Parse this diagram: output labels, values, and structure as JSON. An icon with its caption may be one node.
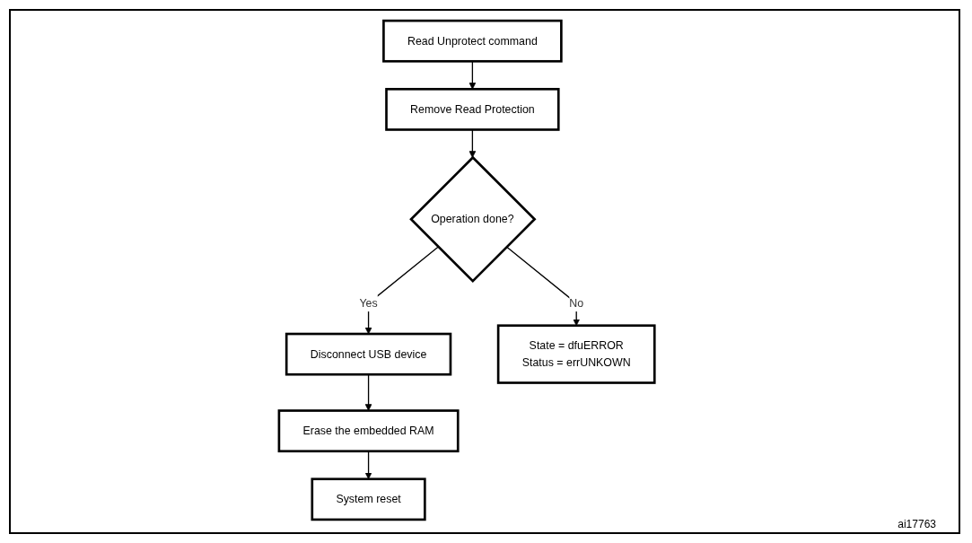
{
  "diagram": {
    "nodes": [
      {
        "text": [
          "Read Unprotect command"
        ]
      },
      {
        "text": [
          "Remove Read Protection"
        ]
      },
      {
        "text": [
          "Operation done?"
        ]
      },
      {
        "text": [
          "Disconnect USB device"
        ]
      },
      {
        "text": [
          "State = dfuERROR",
          "Status = errUNKOWN"
        ]
      },
      {
        "text": [
          "Erase the embedded RAM"
        ]
      },
      {
        "text": [
          "System reset"
        ]
      }
    ],
    "edges": [
      {
        "from": 0,
        "to": 1,
        "arrow": "to"
      },
      {
        "from": 1,
        "to": 2,
        "arrow": "to"
      },
      {
        "from": 2,
        "to": 3,
        "arrow": "to",
        "label": "Yes"
      },
      {
        "from": 2,
        "to": 4,
        "arrow": "to",
        "label": "No"
      },
      {
        "from": 3,
        "to": 5,
        "arrow": "to"
      },
      {
        "from": 5,
        "to": 6,
        "arrow": "to"
      }
    ],
    "labels": [
      "ai17763"
    ]
  }
}
